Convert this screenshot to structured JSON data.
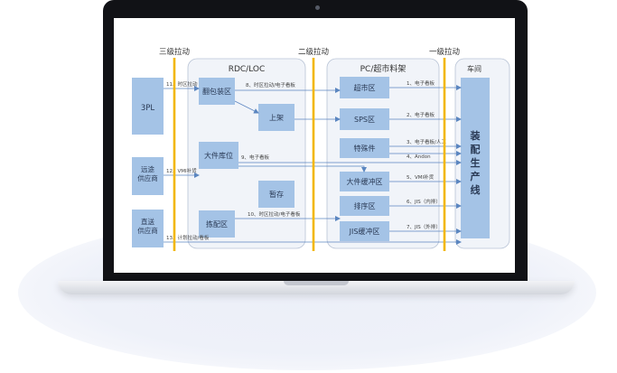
{
  "colors": {
    "box_fill": "#a4c3e6",
    "box_text": "#2a3a55",
    "zone_fill": "#f1f4f9",
    "zone_border": "#b9c4d6",
    "pull_line": "#f2b705",
    "arrow": "#5b86c0",
    "label": "#444444",
    "header": "#333333"
  },
  "tiers": {
    "level3": "三级拉动",
    "level2": "二级拉动",
    "level1": "一级拉动"
  },
  "zones": {
    "rdc": "RDC/LOC",
    "pc": "PC/超市料架",
    "workshop": "车间"
  },
  "boxes": {
    "tpl": "3PL",
    "remote_supplier": "远途供应商",
    "direct_supplier": "直送供应商",
    "repack": "翻包装区",
    "shelving": "上架",
    "bulk_storage": "大件库位",
    "temp_storage": "暂存",
    "picking": "拣配区",
    "supermarket": "超市区",
    "sps": "SPS区",
    "special": "特殊件",
    "bulk_buffer": "大件缓冲区",
    "sequencing": "排序区",
    "jis_buffer": "JIS缓冲区",
    "assembly_line": "装配生产线"
  },
  "flows": {
    "f1": "1、电子看板",
    "f2": "2、电子看板",
    "f3": "3、电子看板/人工",
    "f4": "4、Andon",
    "f5": "5、VMI补货",
    "f6": "6、JIS（内排）",
    "f7": "7、JIS（外排）",
    "f8": "8、时区拉动/电子看板",
    "f9": "9、电子看板",
    "f10": "10、时区拉动/电子看板",
    "f11": "11、时区拉动",
    "f12": "12、VMI补货",
    "f13": "13、计划拉动/看板"
  }
}
